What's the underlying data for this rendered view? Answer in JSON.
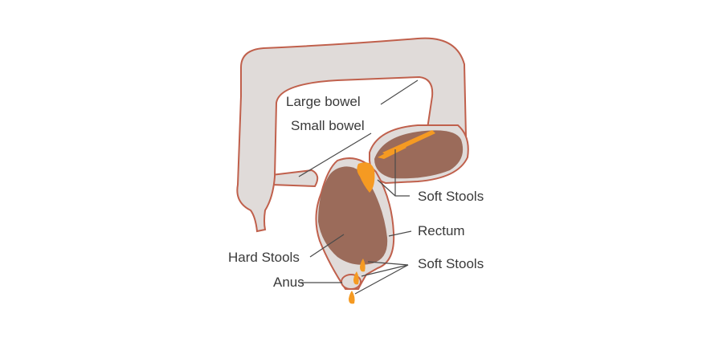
{
  "labels": {
    "large_bowel": "Large bowel",
    "small_bowel": "Small bowel",
    "soft_stools_top": "Soft Stools",
    "rectum": "Rectum",
    "hard_stools": "Hard Stools",
    "soft_stools_bottom": "Soft Stools",
    "anus": "Anus"
  },
  "colors": {
    "bowel_fill": "#e0dbd9",
    "bowel_outline": "#c0604c",
    "hard_stool": "#9b6b5a",
    "soft_stool": "#f59a22",
    "soft_stool_light": "#f7b35a",
    "text": "#3a3a3a"
  }
}
